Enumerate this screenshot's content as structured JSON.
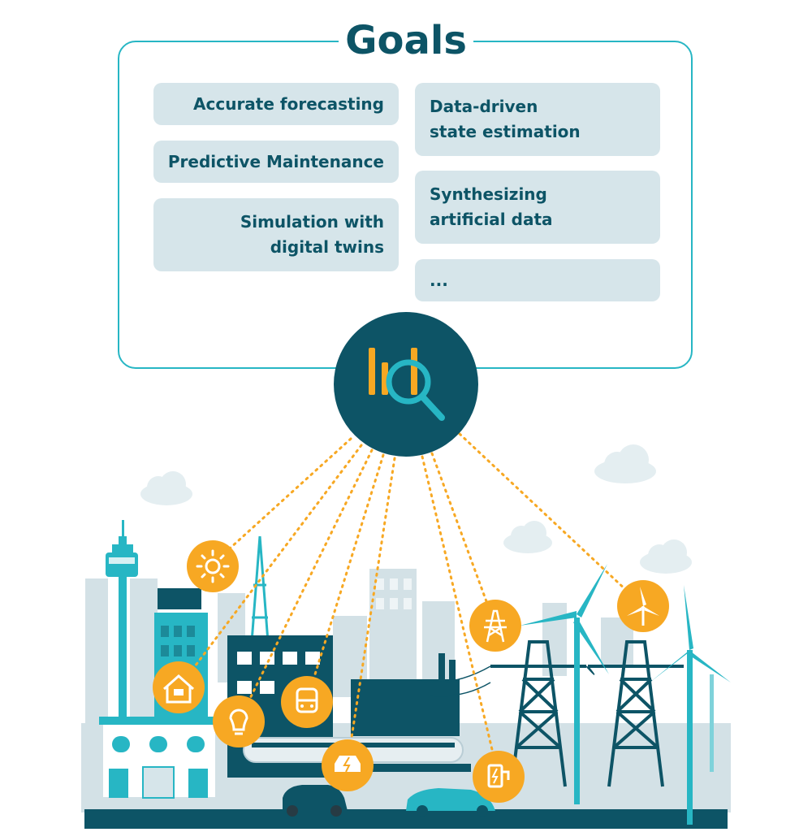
{
  "goals": {
    "title": "Goals",
    "left": [
      "Accurate forecasting",
      "Predictive Maintenance",
      "Simulation with\ndigital twins"
    ],
    "right": [
      "Data-driven\nstate estimation",
      "Synthesizing\nartificial data",
      "..."
    ]
  },
  "icons": {
    "hub": "bar-chart-magnifier-icon",
    "nodes": [
      "sun-icon",
      "house-plug-icon",
      "light-bulb-icon",
      "train-icon",
      "electric-car-icon",
      "charging-station-icon",
      "power-pylon-icon",
      "wind-turbine-icon"
    ]
  },
  "colors": {
    "teal_dark": "#0d5466",
    "teal_light": "#27b6c4",
    "box_fill": "#d6e5ea",
    "orange": "#f7a823",
    "skyline": "#d3e1e6"
  }
}
